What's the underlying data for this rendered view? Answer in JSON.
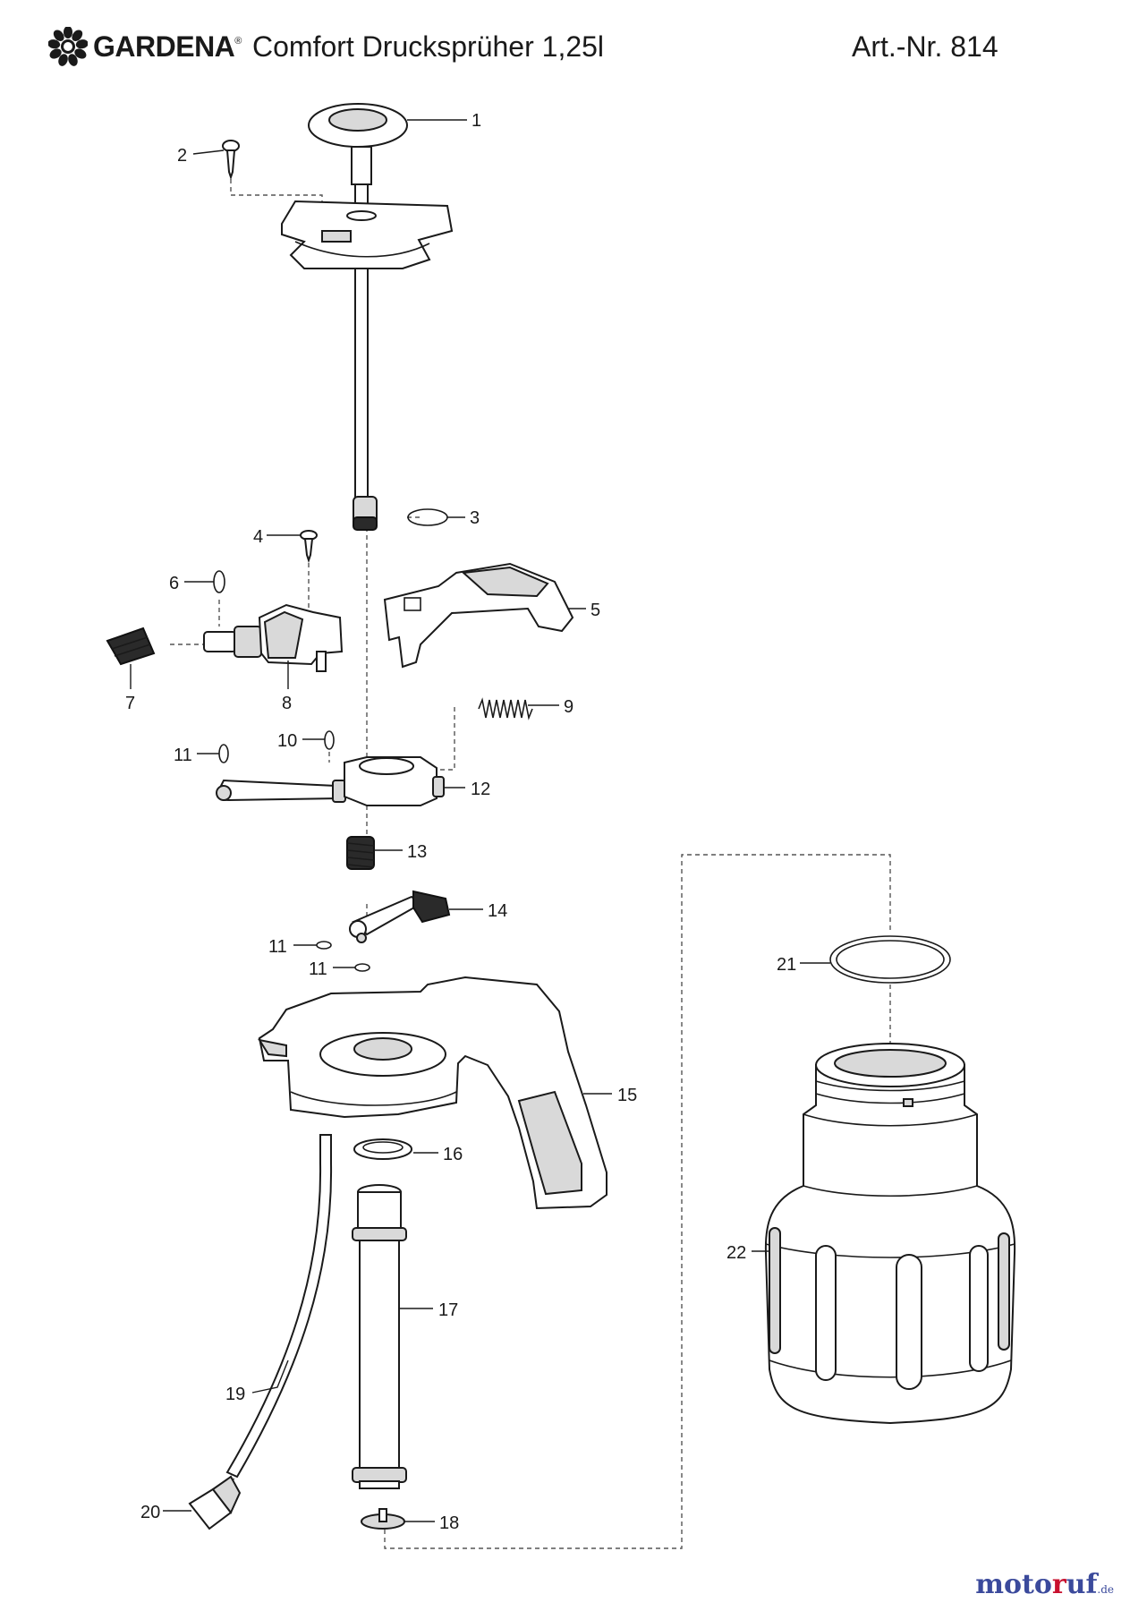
{
  "header": {
    "brand": "GARDENA",
    "brand_mark": "®",
    "title": "Comfort Drucksprüher 1,25l",
    "article": "Art.-Nr. 814"
  },
  "colors": {
    "ink": "#1a1a1a",
    "part_grey": "#d9d9d9",
    "part_dark": "#2a2a2a",
    "watermark_blue": "#3b4a9c",
    "watermark_red": "#c8102e"
  },
  "parts": {
    "p1": "1",
    "p2": "2",
    "p3": "3",
    "p4": "4",
    "p5": "5",
    "p6": "6",
    "p7": "7",
    "p8": "8",
    "p9": "9",
    "p10": "10",
    "p11a": "11",
    "p11b": "11",
    "p11c": "11",
    "p12": "12",
    "p13": "13",
    "p14": "14",
    "p15": "15",
    "p16": "16",
    "p17": "17",
    "p18": "18",
    "p19": "19",
    "p20": "20",
    "p21": "21",
    "p22": "22"
  },
  "watermark": {
    "part_a": "moto",
    "part_b": "r",
    "part_c": "uf",
    "tld": ".de",
    "icon": "watermark-logo"
  },
  "icons": {
    "brand_logo": "gardena-flower-logo-icon"
  }
}
